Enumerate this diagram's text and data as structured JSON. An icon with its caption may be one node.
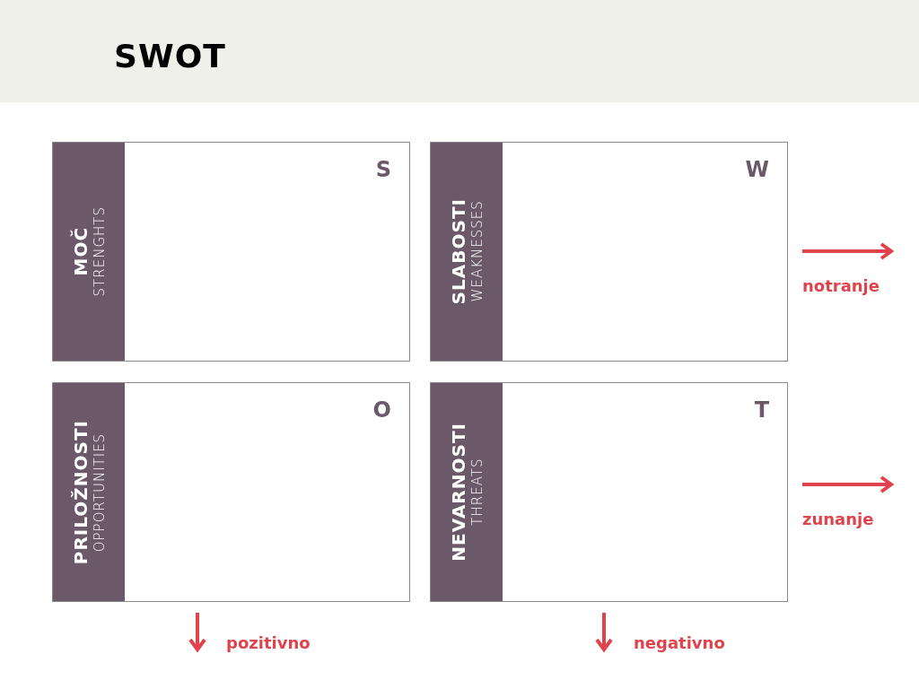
{
  "diagram": {
    "title": "SWOT",
    "nodes": [
      {
        "text": [
          "MOČ",
          "STRENGHTS",
          "S"
        ]
      },
      {
        "text": [
          "SLABOSTI",
          "WEAKNESSES",
          "W"
        ]
      },
      {
        "text": [
          "PRILOŽNOSTI",
          "OPPORTUNITIES",
          "O"
        ]
      },
      {
        "text": [
          "NEVARNOSTI",
          "THREATS",
          "T"
        ]
      }
    ],
    "labels": [
      "notranje",
      "zunanje",
      "pozitivno",
      "negativno"
    ]
  }
}
